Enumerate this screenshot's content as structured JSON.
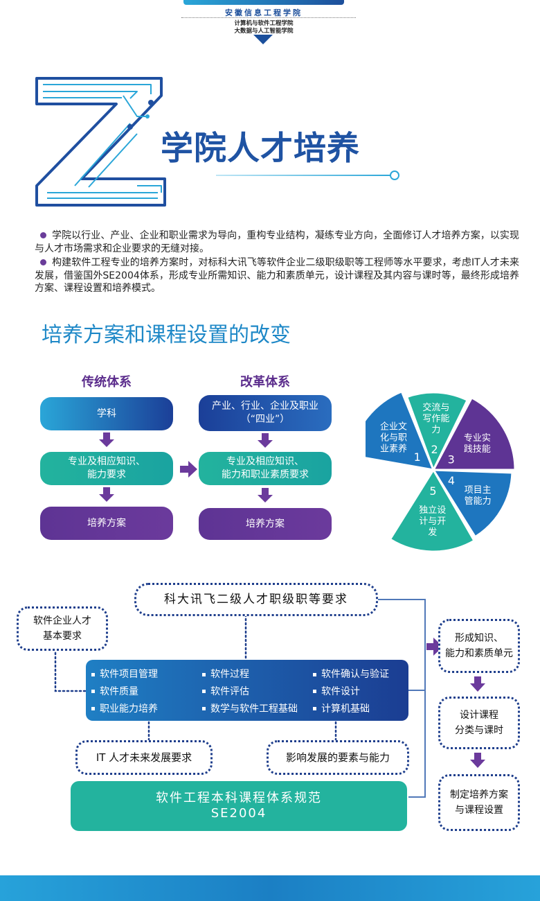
{
  "header": {
    "school": "安徽信息工程学院",
    "college1": "计算机与软件工程学院",
    "college2": "大数据与人工智能学院"
  },
  "title": "学院人才培养",
  "paragraphs": [
    "学院以行业、产业、企业和职业需求为导向，重构专业结构，凝练专业方向，全面修订人才培养方案，以实现与人才市场需求和企业要求的无缝对接。",
    "构建软件工程专业的培养方案时，对标科大讯飞等软件企业二级职级职等工程师等水平要求，考虑IT人才未来发展，借鉴国外SE2004体系，形成专业所需知识、能力和素质单元，设计课程及其内容与课时等，最终形成培养方案、课程设置和培养模式。"
  ],
  "section_title": "培养方案和课程设置的改变",
  "traditional": {
    "heading": "传统体系",
    "steps": [
      "学科",
      "专业及相应知识、\n能力要求",
      "培养方案"
    ]
  },
  "reform": {
    "heading": "改革体系",
    "steps": [
      "产业、行业、企业及职业\n（“四业”）",
      "专业及相应知识、\n能力和职业素质要求",
      "培养方案"
    ]
  },
  "pie": {
    "segments": [
      {
        "num": "1",
        "label": "企业文\n化与职\n业素养",
        "color": "#1e76bf"
      },
      {
        "num": "2",
        "label": "交流与\n写作能\n力",
        "color": "#23b39e"
      },
      {
        "num": "3",
        "label": "专业实\n践技能",
        "color": "#5e3494"
      },
      {
        "num": "4",
        "label": "项目主\n管能力",
        "color": "#1e76bf"
      },
      {
        "num": "5",
        "label": "独立设\n计与开\n发",
        "color": "#23b39e"
      }
    ]
  },
  "diagram": {
    "top": "科大讯飞二级人才职级职等要求",
    "left": "软件企业人才\n基本要求",
    "skills": [
      [
        "软件项目管理",
        "软件过程",
        "软件确认与验证"
      ],
      [
        "软件质量",
        "软件评估",
        "软件设计"
      ],
      [
        "职业能力培养",
        "数学与软件工程基础",
        "计算机基础"
      ]
    ],
    "it": "IT 人才未来发展要求",
    "impact": "影响发展的要素与能力",
    "se2004_l1": "软件工程本科课程体系规范",
    "se2004_l2": "SE2004",
    "right": [
      "形成知识、\n能力和素质单元",
      "设计课程\n分类与课时",
      "制定培养方案\n与课程设置"
    ]
  }
}
